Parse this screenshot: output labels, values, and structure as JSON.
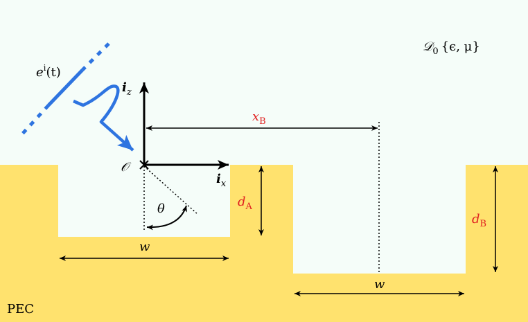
{
  "colors": {
    "background": "#f5fdf9",
    "pec_fill": "#ffe26e",
    "wave_blue": "#2e74e0",
    "annotation_red": "#e02020",
    "ink": "#000000"
  },
  "labels": {
    "domain_math": "𝒟₀ {ϵ, μ}",
    "domain_main": "𝒟",
    "domain_sub": "0",
    "domain_params": "{ϵ, μ}",
    "incident_field": "e",
    "incident_sup": "i",
    "incident_arg": "(t)",
    "origin": "𝒪",
    "axis_z_main": "i",
    "axis_z_sub": "z",
    "axis_x_main": "i",
    "axis_x_sub": "x",
    "angle": "θ",
    "xB_main": "x",
    "xB_sub": "B",
    "dA_main": "d",
    "dA_sub": "A",
    "dB_main": "d",
    "dB_sub": "B",
    "width_left": "w",
    "width_right": "w",
    "material": "PEC"
  }
}
